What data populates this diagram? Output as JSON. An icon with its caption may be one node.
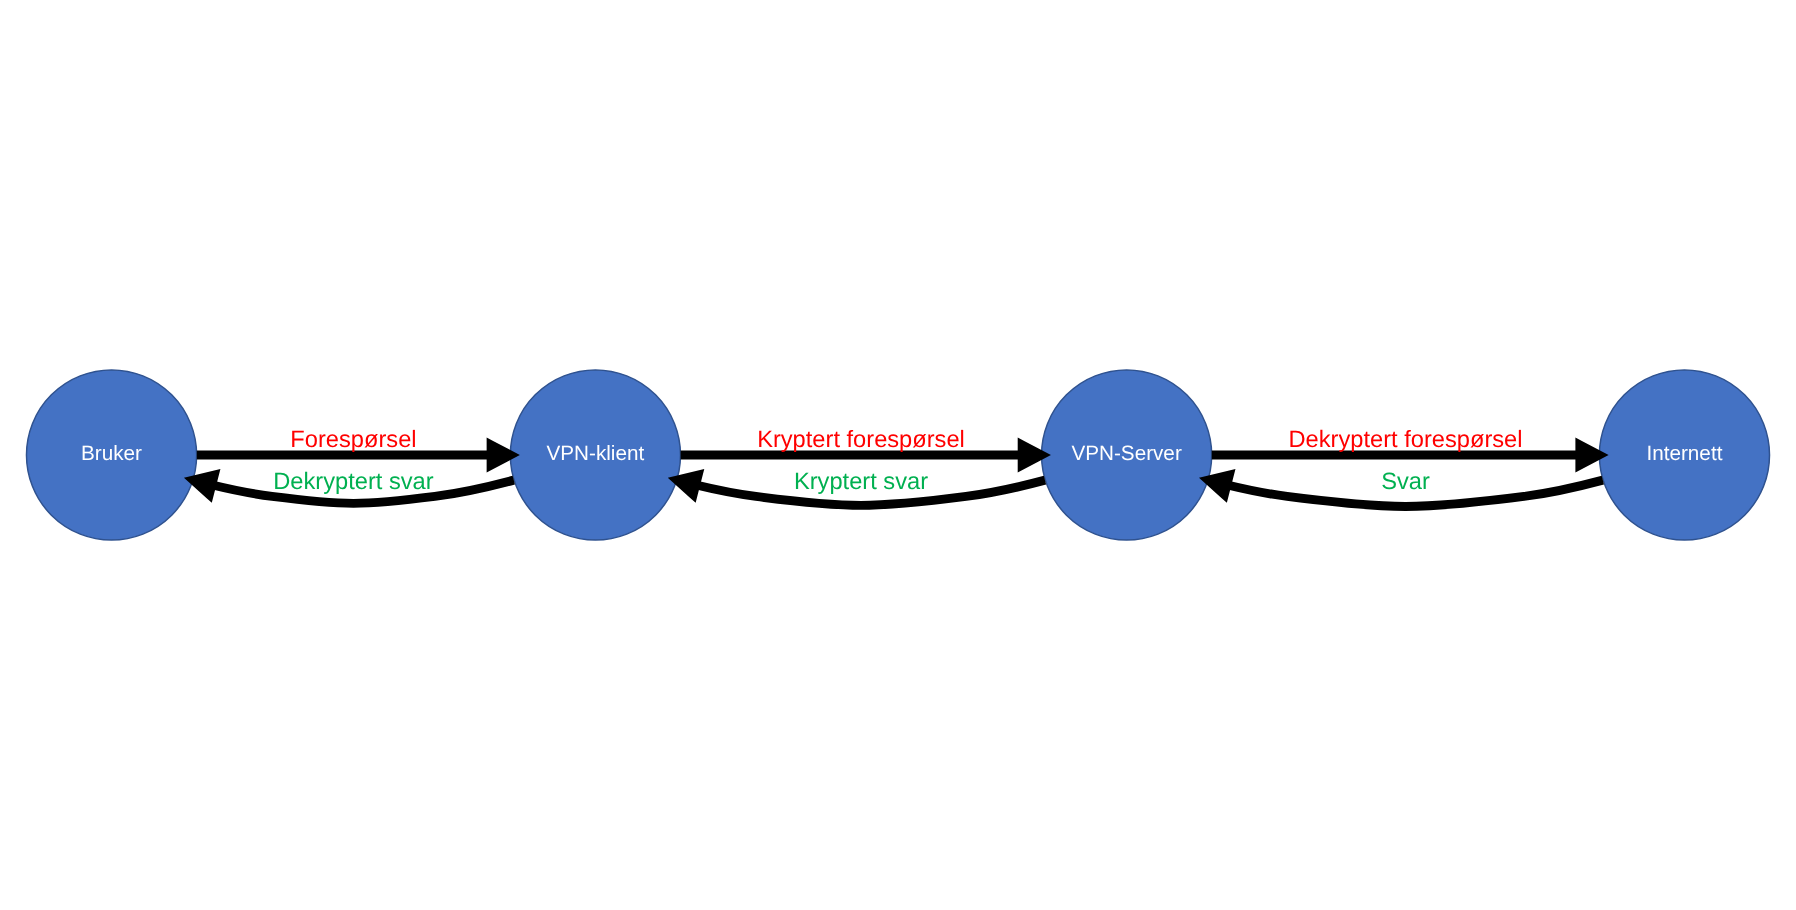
{
  "diagram": {
    "nodes": [
      {
        "text": [
          "Bruker"
        ]
      },
      {
        "text": [
          "VPN-klient"
        ]
      },
      {
        "text": [
          "VPN-Server"
        ]
      },
      {
        "text": [
          "Internett"
        ]
      }
    ],
    "edges": [
      {
        "from": 0,
        "to": 1,
        "arrow": "to",
        "label": "Forespørsel"
      },
      {
        "from": 1,
        "to": 2,
        "arrow": "to",
        "label": "Kryptert forespørsel"
      },
      {
        "from": 2,
        "to": 3,
        "arrow": "to",
        "label": "Dekryptert forespørsel"
      },
      {
        "from": 3,
        "to": 2,
        "arrow": "to",
        "label": "Svar"
      },
      {
        "from": 2,
        "to": 1,
        "arrow": "to",
        "label": "Kryptert svar"
      },
      {
        "from": 1,
        "to": 0,
        "arrow": "to",
        "label": "Dekryptert svar"
      }
    ]
  }
}
